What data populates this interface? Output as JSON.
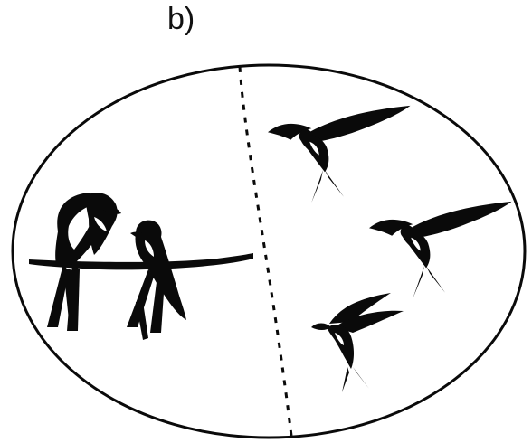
{
  "figure": {
    "label": "b)"
  },
  "colors": {
    "ink": "#0a0a0a",
    "background": "#ffffff"
  },
  "scene": {
    "left_half": "perched-swallows",
    "right_half": "flying-swallows"
  }
}
